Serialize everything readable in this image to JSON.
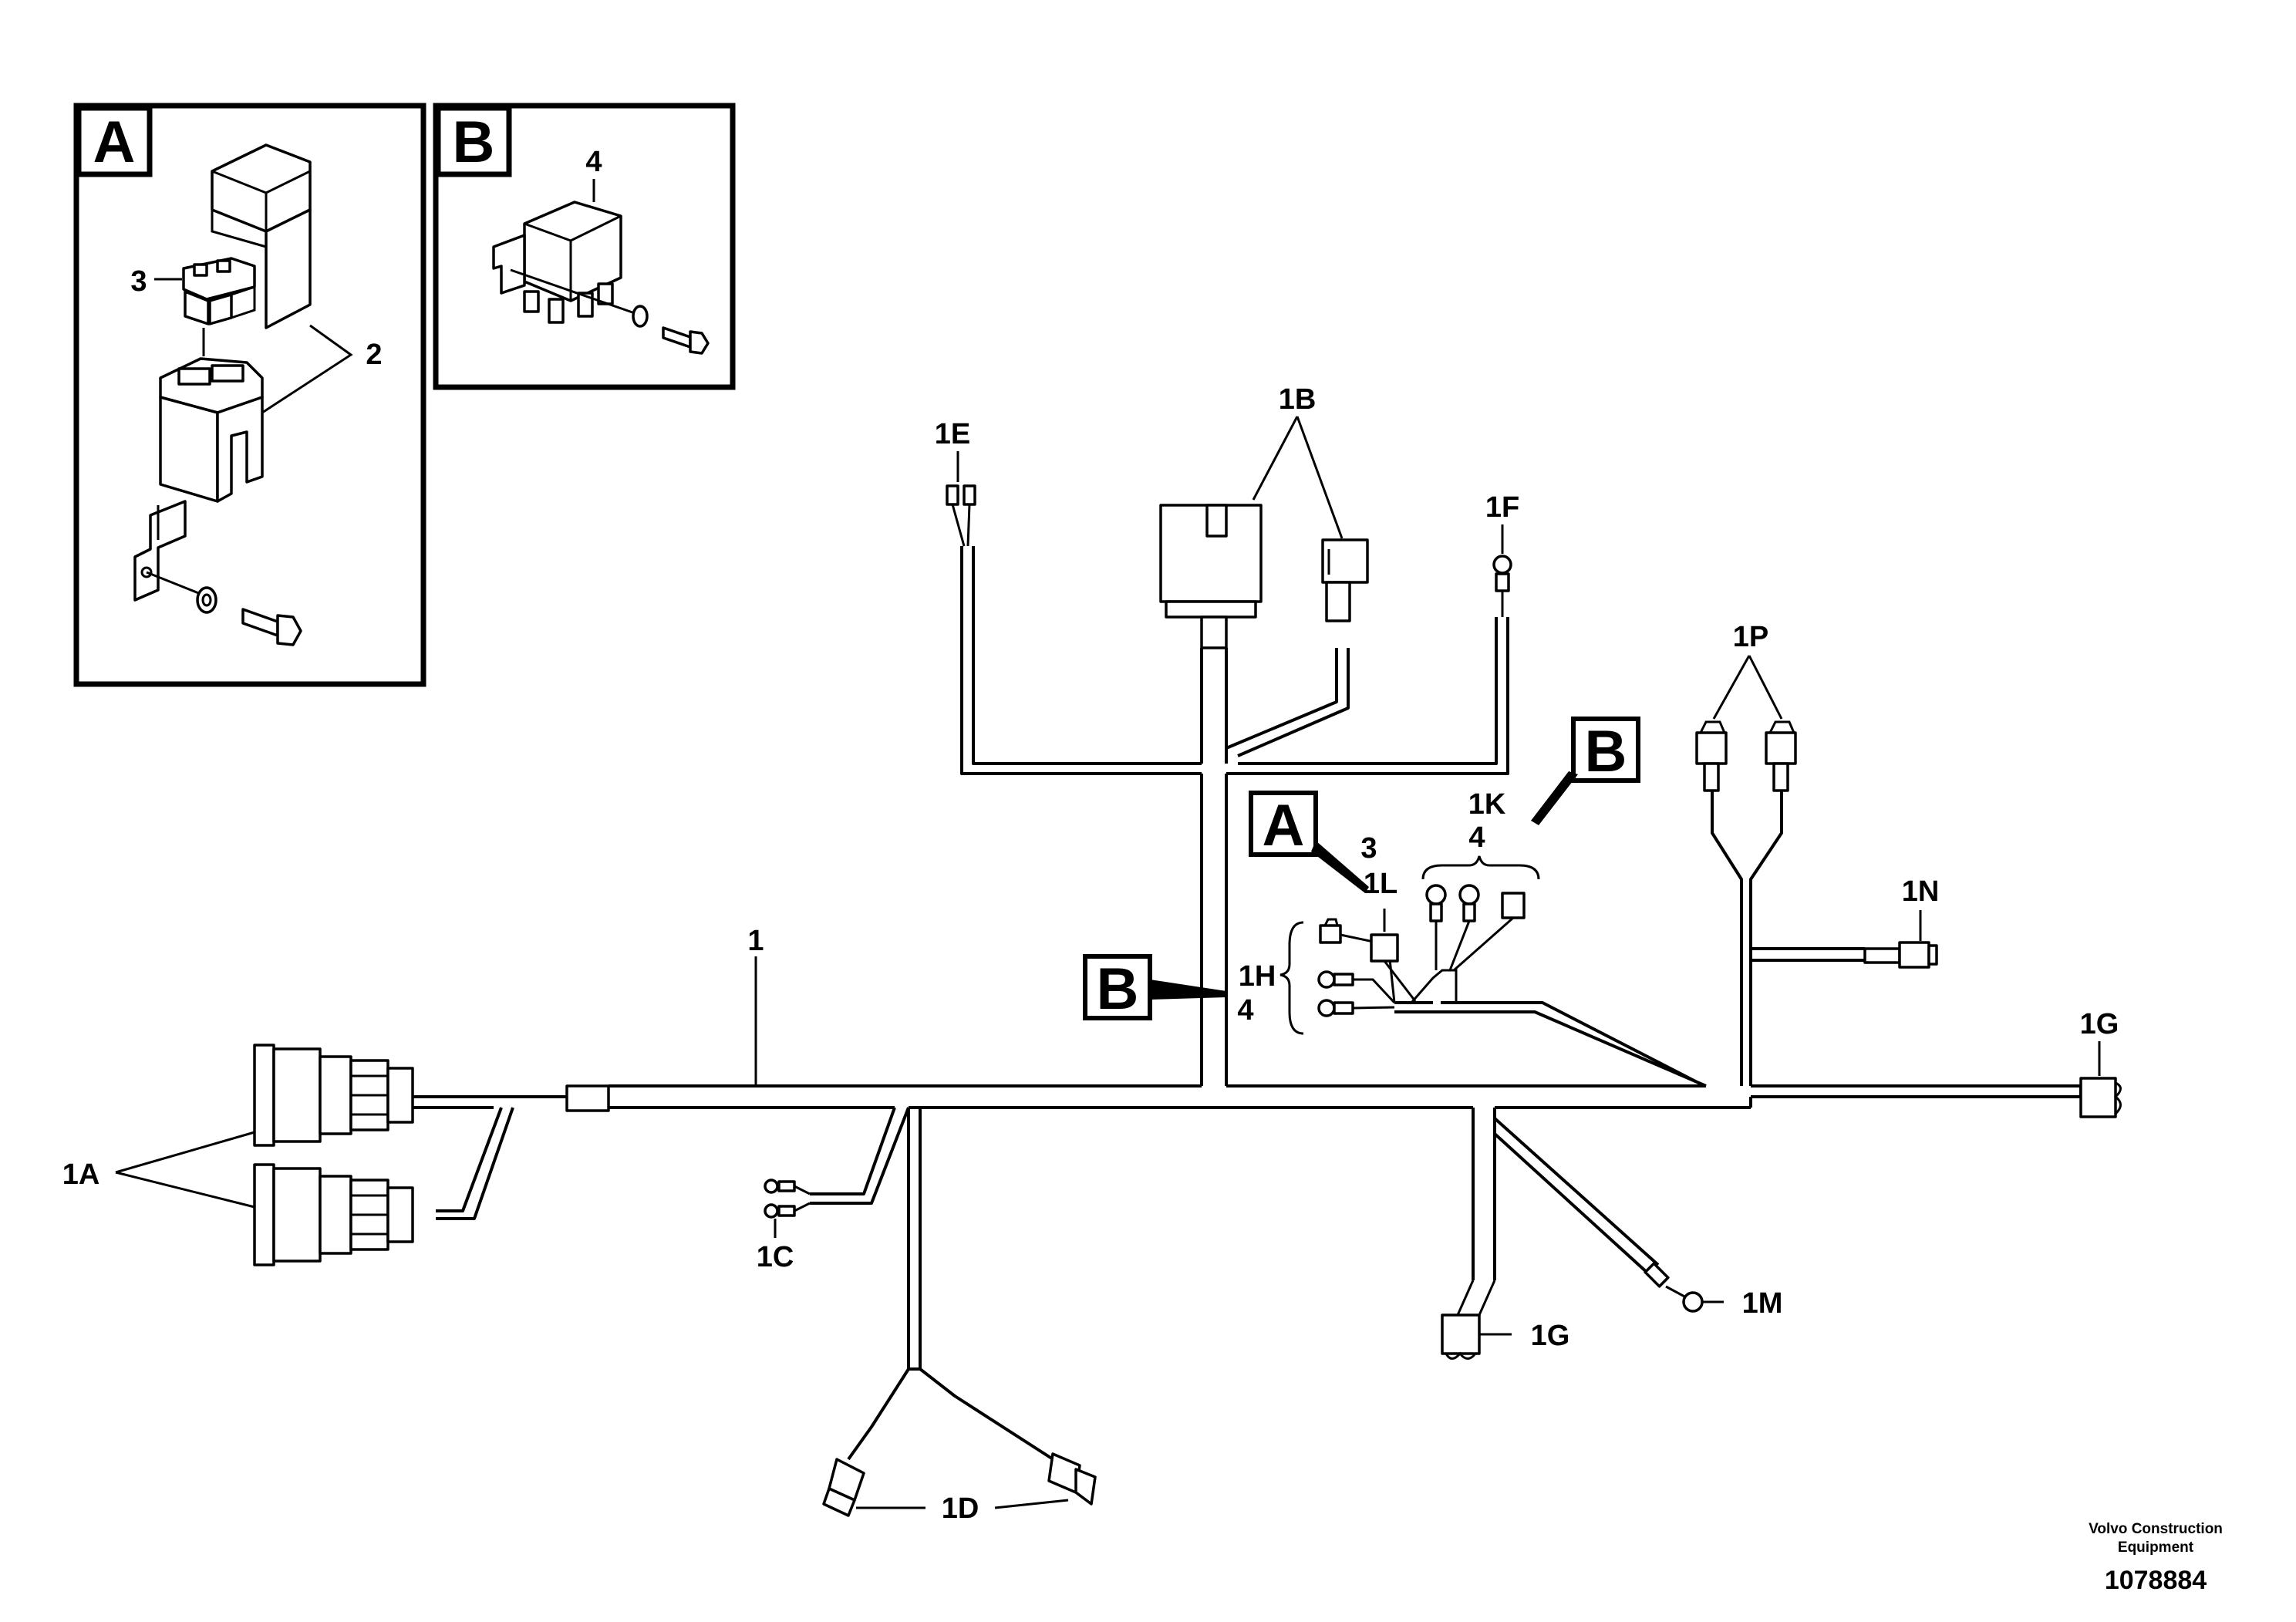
{
  "inset_a": {
    "letter": "A",
    "callouts": {
      "c3": "3",
      "c2": "2"
    }
  },
  "inset_b": {
    "letter": "B",
    "callouts": {
      "c4": "4"
    }
  },
  "labels": {
    "harness": "1",
    "l1A": "1A",
    "l1B": "1B",
    "l1C": "1C",
    "l1D": "1D",
    "l1E": "1E",
    "l1F": "1F",
    "l1G_right": "1G",
    "l1G_bottom": "1G",
    "l1H": "1H",
    "l1H_sub": "4",
    "l1K": "1K",
    "l1K_sub": "4",
    "l1L": "1L",
    "l1L_sub": "3",
    "l1M": "1M",
    "l1N": "1N",
    "l1P": "1P"
  },
  "ref_tags": {
    "a": "A",
    "b_top": "B",
    "b_left": "B"
  },
  "footer": {
    "company_line1": "Volvo Construction",
    "company_line2": "Equipment",
    "doc_number": "1078884"
  }
}
